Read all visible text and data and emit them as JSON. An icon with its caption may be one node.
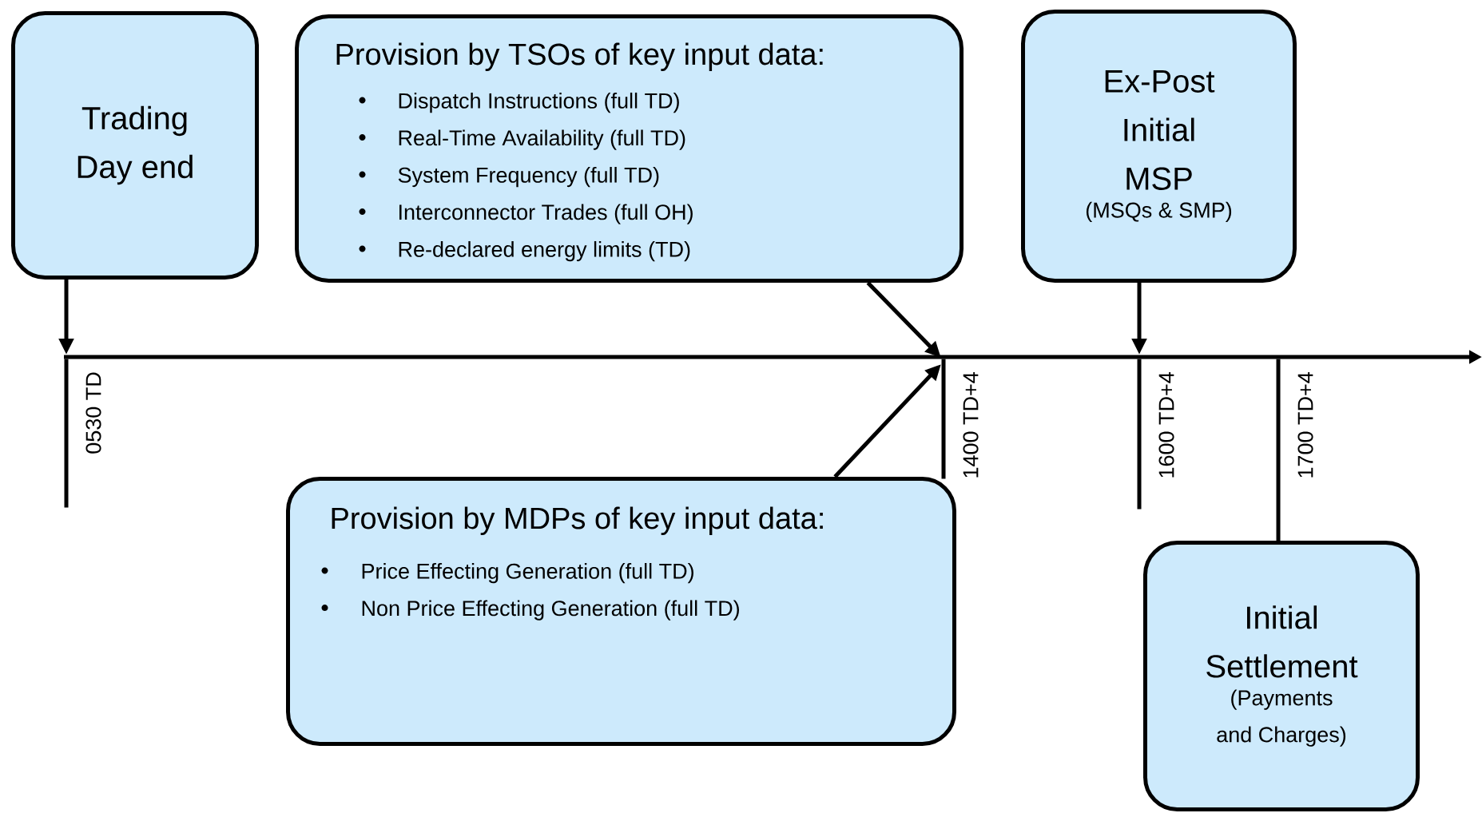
{
  "diagram": {
    "nodes": [
      {
        "text": [
          "Trading Day end"
        ]
      },
      {
        "text": [
          "Provision by TSOs of key input data:",
          "Dispatch Instructions (full TD)",
          "Real-Time Availability (full TD)",
          "System Frequency (full TD)",
          "Interconnector Trades (full OH)",
          "Re-declared energy limits (TD)"
        ]
      },
      {
        "text": [
          "Ex-Post Initial MSP",
          "(MSQs & SMP)"
        ]
      },
      {
        "text": [],
        "shape": "bar",
        "beside": [
          "0530 TD"
        ]
      },
      {
        "text": [],
        "shape": "bar",
        "beside": [
          "1400 TD+4"
        ]
      },
      {
        "text": [],
        "shape": "bar",
        "beside": [
          "1600 TD+4"
        ]
      },
      {
        "text": [],
        "shape": "bar",
        "beside": [
          "1700 TD+4"
        ]
      },
      {
        "text": [
          "Provision by MDPs of key input data:",
          "Price Effecting Generation (full TD)",
          "Non Price Effecting Generation (full TD)"
        ]
      },
      {
        "text": [
          "Initial Settlement",
          "(Payments and Charges)"
        ]
      }
    ],
    "edges": [
      {
        "from": 0,
        "to": 3,
        "arrow": "to"
      },
      {
        "from": 1,
        "to": 4,
        "arrow": "to"
      },
      {
        "from": 7,
        "to": 4,
        "arrow": "to"
      },
      {
        "from": 2,
        "to": 5,
        "arrow": "to"
      }
    ]
  }
}
